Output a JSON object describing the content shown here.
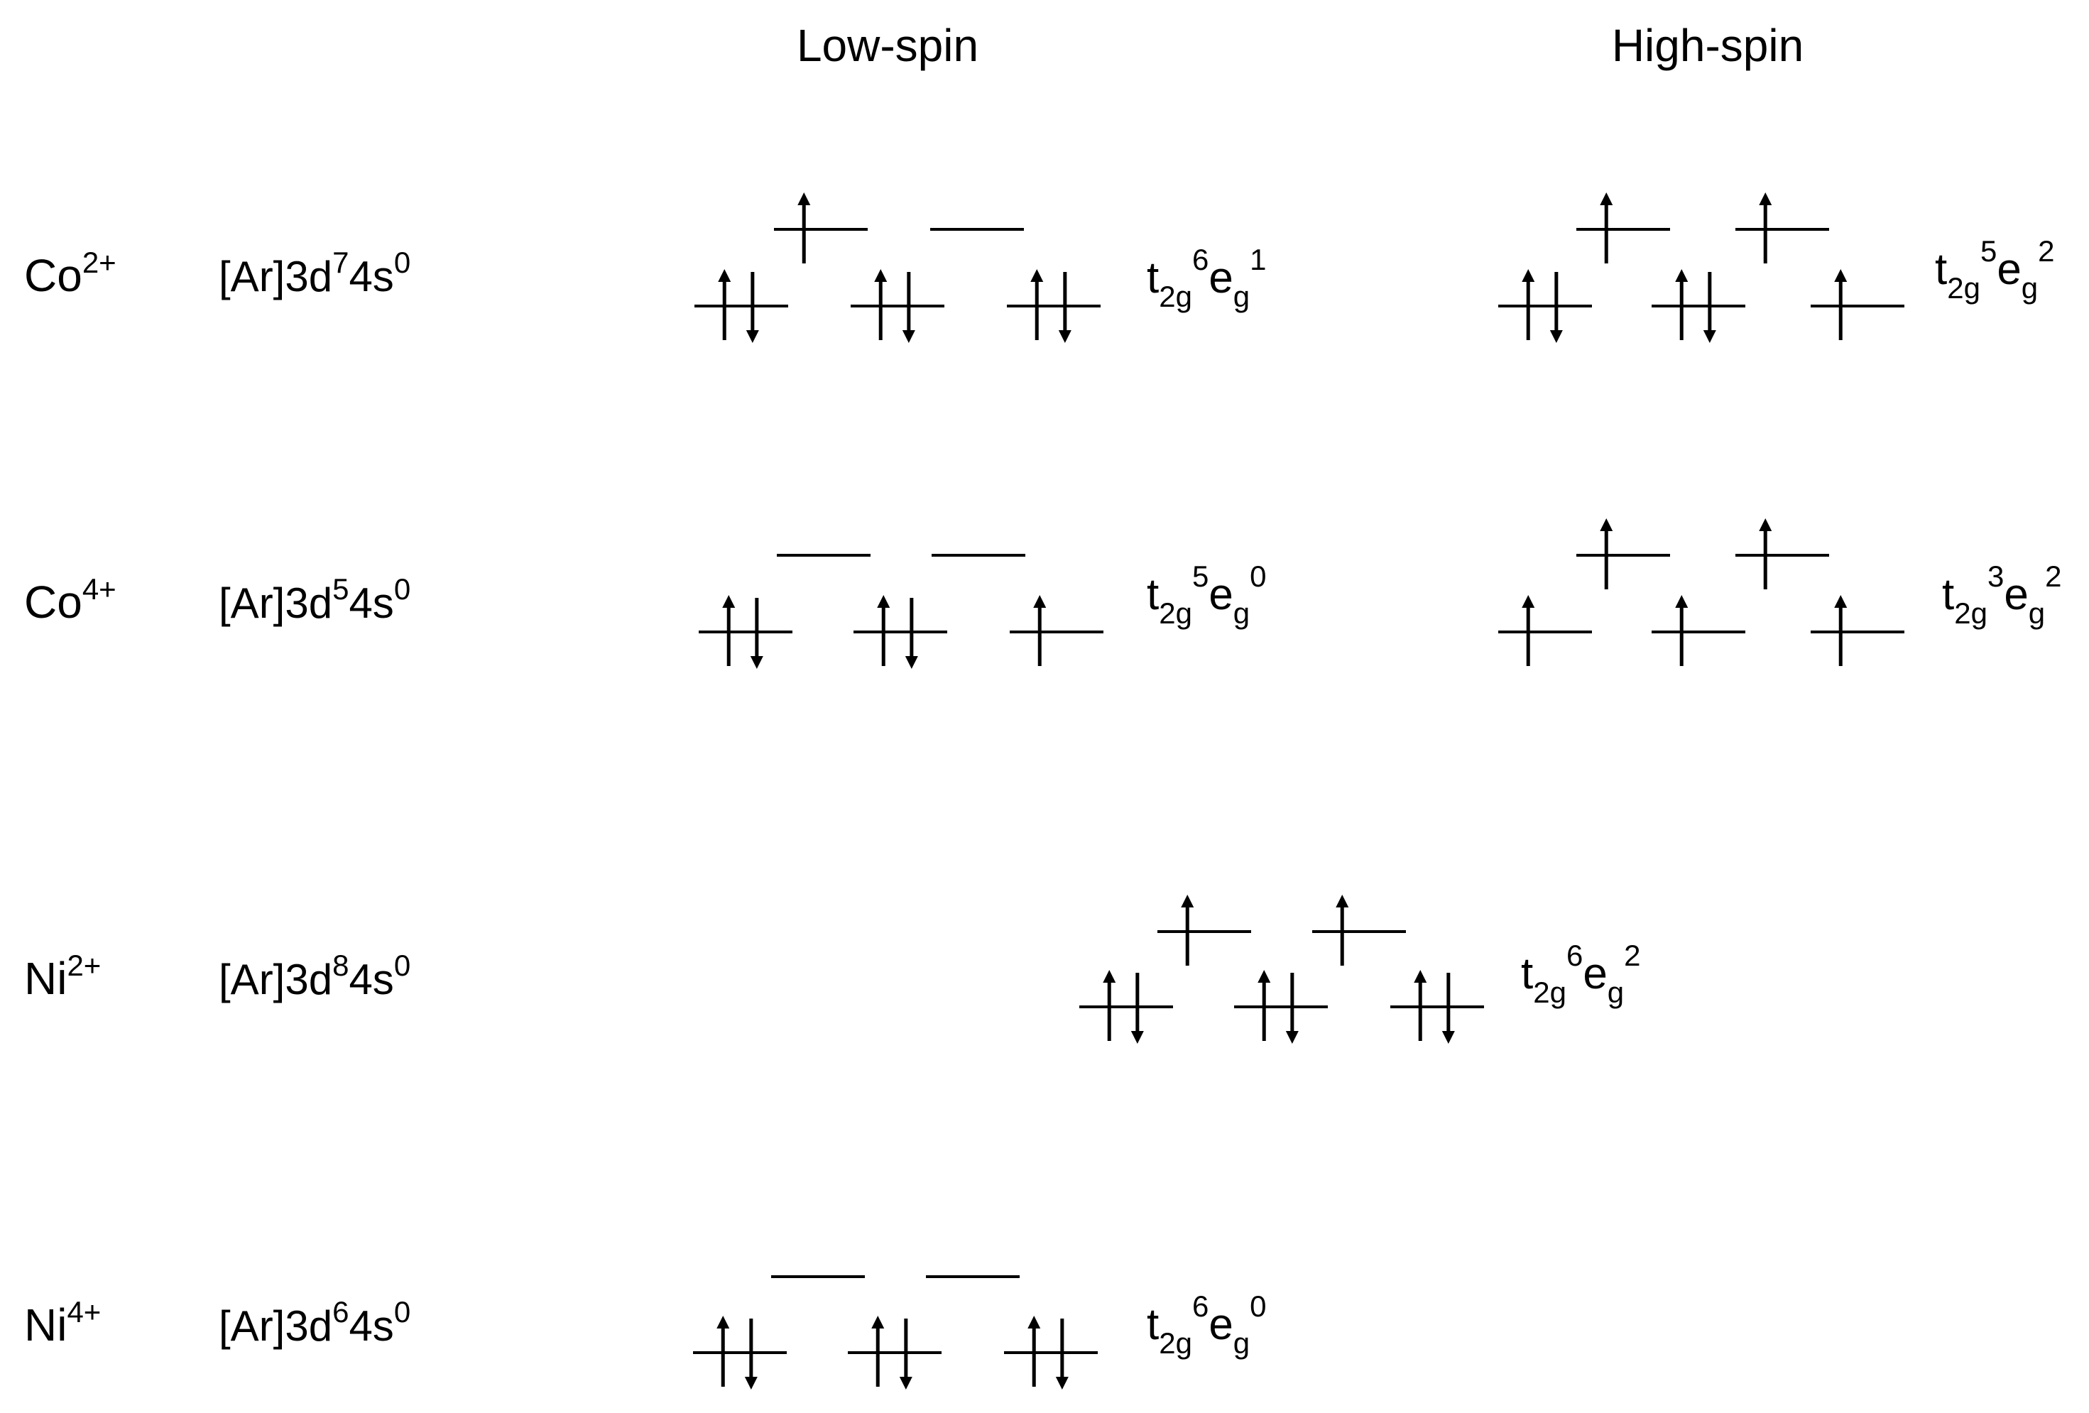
{
  "headers": {
    "low_spin": "Low-spin",
    "high_spin": "High-spin"
  },
  "rows": [
    {
      "key": "co2",
      "ion": {
        "base": "Co",
        "charge": "2+"
      },
      "config": {
        "base": "[Ar]3d",
        "d": "7",
        "mid": "4s",
        "s": "0"
      },
      "low": {
        "eg": [
          "up",
          ""
        ],
        "t2g": [
          "pair",
          "pair",
          "pair"
        ],
        "label": {
          "t": "t",
          "t_sub": "2g",
          "t_sup": "6",
          "e": "e",
          "e_sub": "g",
          "e_sup": "1"
        }
      },
      "high": {
        "eg": [
          "up",
          "up"
        ],
        "t2g": [
          "pair",
          "pair",
          "up"
        ],
        "label": {
          "t": "t",
          "t_sub": "2g",
          "t_sup": "5",
          "e": "e",
          "e_sub": "g",
          "e_sup": "2"
        }
      }
    },
    {
      "key": "co4",
      "ion": {
        "base": "Co",
        "charge": "4+"
      },
      "config": {
        "base": "[Ar]3d",
        "d": "5",
        "mid": "4s",
        "s": "0"
      },
      "low": {
        "eg": [
          "",
          ""
        ],
        "t2g": [
          "pair",
          "pair",
          "up"
        ],
        "label": {
          "t": "t",
          "t_sub": "2g",
          "t_sup": "5",
          "e": "e",
          "e_sub": "g",
          "e_sup": "0"
        }
      },
      "high": {
        "eg": [
          "up",
          "up"
        ],
        "t2g": [
          "up",
          "up",
          "up"
        ],
        "label": {
          "t": "t",
          "t_sub": "2g",
          "t_sup": "3",
          "e": "e",
          "e_sub": "g",
          "e_sup": "2"
        }
      }
    },
    {
      "key": "ni2",
      "ion": {
        "base": "Ni",
        "charge": "2+"
      },
      "config": {
        "base": "[Ar]3d",
        "d": "8",
        "mid": "4s",
        "s": "0"
      },
      "single": {
        "eg": [
          "up",
          "up"
        ],
        "t2g": [
          "pair",
          "pair",
          "pair"
        ],
        "label": {
          "t": "t",
          "t_sub": "2g",
          "t_sup": "6",
          "e": "e",
          "e_sub": "g",
          "e_sup": "2"
        }
      }
    },
    {
      "key": "ni4",
      "ion": {
        "base": "Ni",
        "charge": "4+"
      },
      "config": {
        "base": "[Ar]3d",
        "d": "6",
        "mid": "4s",
        "s": "0"
      },
      "low": {
        "eg": [
          "",
          ""
        ],
        "t2g": [
          "pair",
          "pair",
          "pair"
        ],
        "label": {
          "t": "t",
          "t_sub": "2g",
          "t_sup": "6",
          "e": "e",
          "e_sub": "g",
          "e_sup": "0"
        }
      }
    }
  ]
}
